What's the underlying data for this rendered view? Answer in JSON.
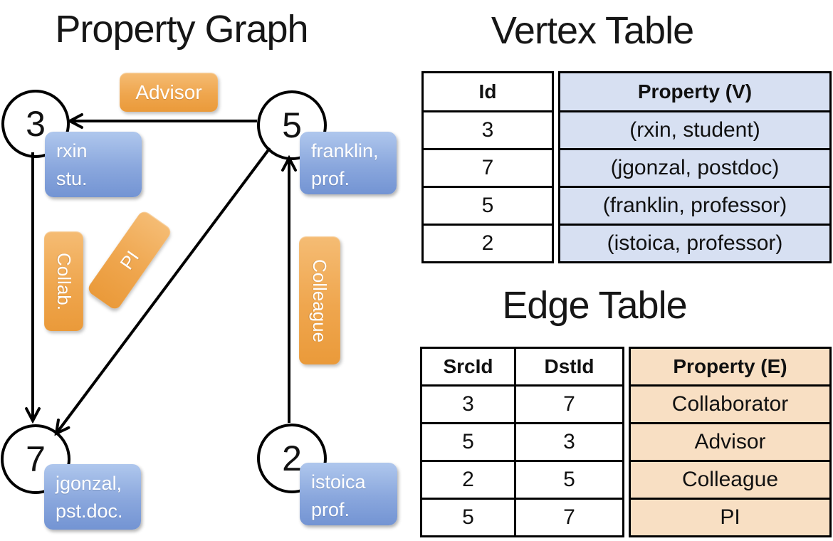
{
  "graph": {
    "title": "Property Graph",
    "nodes": [
      {
        "id": "3",
        "lines": [
          "rxin",
          "stu."
        ]
      },
      {
        "id": "5",
        "lines": [
          "franklin,",
          "prof."
        ]
      },
      {
        "id": "7",
        "lines": [
          "jgonzal,",
          "pst.doc."
        ]
      },
      {
        "id": "2",
        "lines": [
          "istoica",
          "prof."
        ]
      }
    ],
    "edges": [
      {
        "label": "Advisor",
        "from": "5",
        "to": "3"
      },
      {
        "label": "Collab.",
        "from": "3",
        "to": "7"
      },
      {
        "label": "PI",
        "from": "5",
        "to": "7"
      },
      {
        "label": "Colleague",
        "from": "2",
        "to": "5"
      }
    ]
  },
  "vertex_table": {
    "title": "Vertex Table",
    "columns": [
      "Id",
      "Property (V)"
    ],
    "rows": [
      [
        "3",
        "(rxin, student)"
      ],
      [
        "7",
        "(jgonzal, postdoc)"
      ],
      [
        "5",
        "(franklin, professor)"
      ],
      [
        "2",
        "(istoica, professor)"
      ]
    ]
  },
  "edge_table": {
    "title": "Edge Table",
    "columns": [
      "SrcId",
      "DstId",
      "Property (E)"
    ],
    "rows": [
      [
        "3",
        "7",
        "Collaborator"
      ],
      [
        "5",
        "3",
        "Advisor"
      ],
      [
        "2",
        "5",
        "Colleague"
      ],
      [
        "5",
        "7",
        "PI"
      ]
    ]
  },
  "colors": {
    "edge_label_orange": "#EFA64E",
    "vertex_label_blue": "#8AA7DD",
    "vertex_property_fill": "#D7E0F2",
    "edge_property_fill": "#F8DFC3",
    "line_black": "#000000"
  }
}
